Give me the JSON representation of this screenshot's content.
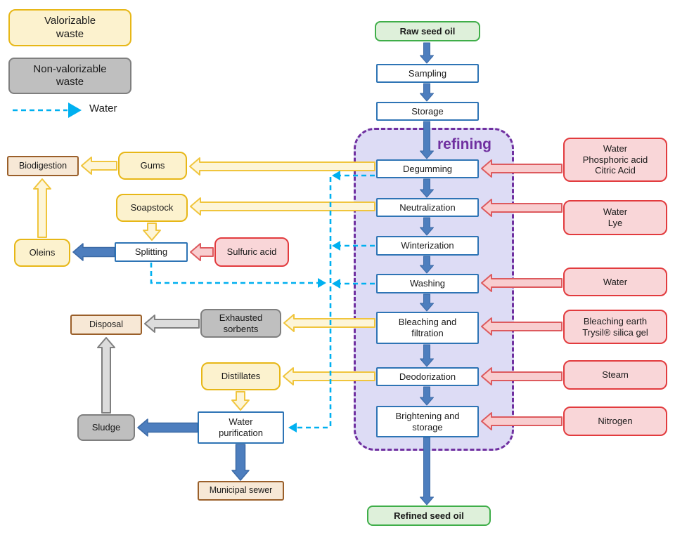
{
  "legend": {
    "valorizable": "Valorizable\nwaste",
    "non_valorizable": "Non-valorizable\nwaste",
    "water": "Water"
  },
  "flow": {
    "raw_seed_oil": "Raw seed oil",
    "sampling": "Sampling",
    "storage": "Storage",
    "refining": "refining",
    "degumming": "Degumming",
    "neutralization": "Neutralization",
    "winterization": "Winterization",
    "washing": "Washing",
    "bleaching": "Bleaching and\nfiltration",
    "deodorization": "Deodorization",
    "brightening": "Brightening and\nstorage",
    "refined_seed_oil": "Refined seed oil"
  },
  "inputs": {
    "degumming": "Water\nPhosphoric acid\nCitric Acid",
    "neutralization": "Water\nLye",
    "washing": "Water",
    "bleaching": "Bleaching earth\nTrysil® silica gel",
    "deodorization": "Steam",
    "brightening": "Nitrogen",
    "splitting": "Sulfuric acid"
  },
  "wastes": {
    "gums": "Gums",
    "soapstock": "Soapstock",
    "biodigestion": "Biodigestion",
    "oleins": "Oleins",
    "splitting": "Splitting",
    "exhausted_sorbents": "Exhausted\nsorbents",
    "disposal": "Disposal",
    "distillates": "Distillates",
    "water_purification": "Water\npurification",
    "sludge": "Sludge",
    "municipal_sewer": "Municipal sewer"
  },
  "colors": {
    "process_border": "#2e74b5",
    "flow_arrow_blue": "#4d7ebe",
    "valorizable_fill": "#fcf2ce",
    "valorizable_border": "#e7b717",
    "non_valorizable_fill": "#bfbfbf",
    "oil_fill": "#def0da",
    "oil_border": "#3fae49",
    "input_fill": "#f9d6d8",
    "input_border": "#e23b3e",
    "refining_purple": "#7030a0",
    "water_cyan": "#00b0f0",
    "waste_tan_border": "#9a5f2a"
  }
}
